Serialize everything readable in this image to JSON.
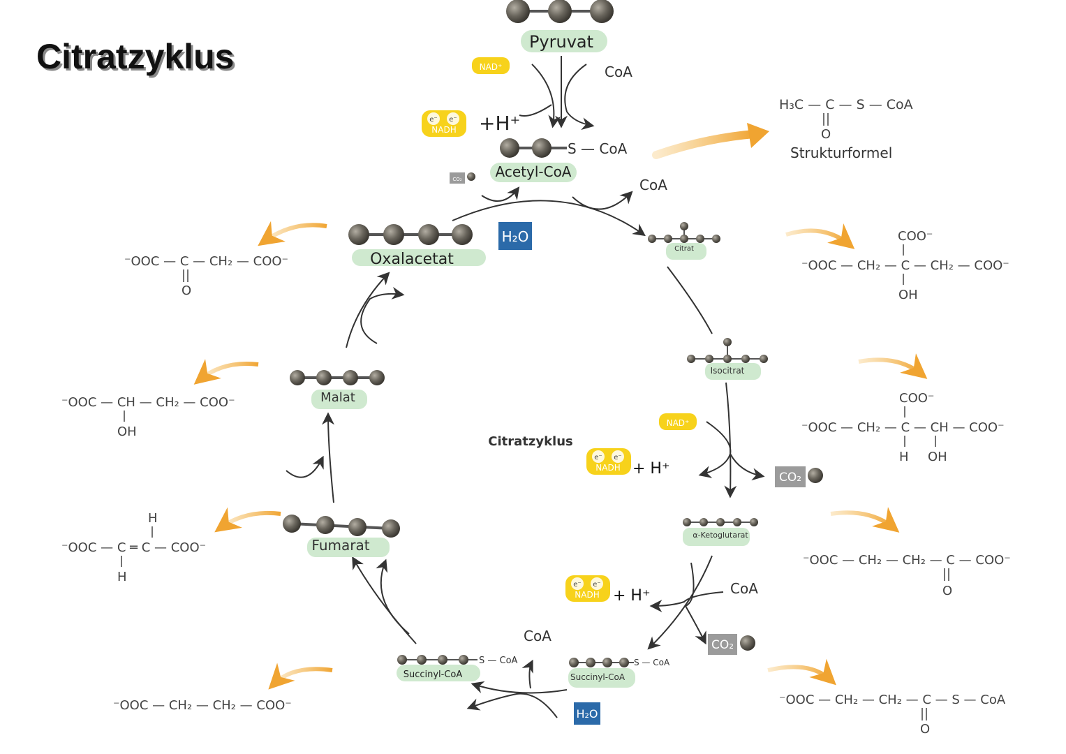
{
  "page": {
    "heading": "Citratzyklus",
    "center_label": "Citratzyklus"
  },
  "colors": {
    "bead": "#5e5a52",
    "bead_highlight": "#a49e92",
    "label_bg": "#cfe9cf",
    "nad_bg": "#f7d21b",
    "water_bg": "#2b6aa9",
    "co2_bg": "#9b9b9b",
    "orange_arrow": "#f0a431",
    "line": "#333333"
  },
  "molecules": {
    "pyruvat": "Pyruvat",
    "acetyl_coa": "Acetyl-CoA",
    "acetyl_tail": "S — CoA",
    "oxalacetat": "Oxalacetat",
    "citrat": "Citrat",
    "isocitrat": "Isocitrat",
    "ketoglutarat": "α-Ketoglutarat",
    "succinyl_right": "Succinyl-CoA",
    "succinyl_left": "Succinyl-CoA",
    "succinyl_tail": "S — CoA",
    "fumarat": "Fumarat",
    "malat": "Malat"
  },
  "cofactors": {
    "nad": "NAD⁺",
    "nadh": "NADH",
    "electron": "e⁻",
    "h_plus_top": "+H⁺",
    "h_plus_mid": "+ H⁺",
    "h_plus_low": "+ H⁺",
    "coa": "CoA",
    "co2": "CO₂",
    "h2o": "H₂O"
  },
  "formulas": {
    "strukturformel_label": "Strukturformel",
    "acetyl_main": "H₃C — C — S — CoA",
    "acetyl_o": "O",
    "citrat_top": "COO⁻",
    "citrat_main": "⁻OOC — CH₂ — C — CH₂ — COO⁻",
    "citrat_bottom": "OH",
    "isocitrat_top": "COO⁻",
    "isocitrat_main": "⁻OOC — CH₂ — C — CH — COO⁻",
    "isocitrat_h": "H",
    "isocitrat_oh": "OH",
    "keto_main": "⁻OOC — CH₂ — CH₂ — C — COO⁻",
    "keto_o": "O",
    "succinyl_main": "⁻OOC — CH₂ — CH₂ — C — S — CoA",
    "succinyl_o": "O",
    "succinat_main": "⁻OOC — CH₂ — CH₂ — COO⁻",
    "fumarat_top": "H",
    "fumarat_main": "⁻OOC — C ═ C — COO⁻",
    "fumarat_bottom": "H",
    "malat_main": "⁻OOC — CH — CH₂ — COO⁻",
    "malat_bottom": "OH",
    "oxal_main": "⁻OOC — C — CH₂ — COO⁻",
    "oxal_bottom": "O"
  }
}
